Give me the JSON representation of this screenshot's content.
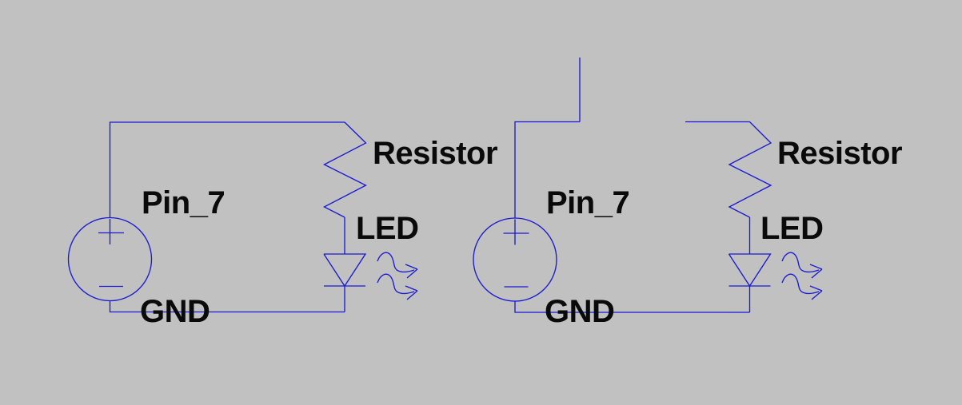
{
  "colors": {
    "background": "#c1c1c1",
    "wire": "#1a1ad2",
    "text": "#0a0a0a"
  },
  "circuits": [
    {
      "name": "led-circuit-left",
      "source_label": "Pin_7",
      "resistor_label": "Resistor",
      "led_label": "LED",
      "ground_label": "GND"
    },
    {
      "name": "led-circuit-right",
      "source_label": "Pin_7",
      "resistor_label": "Resistor",
      "led_label": "LED",
      "ground_label": "GND"
    }
  ]
}
